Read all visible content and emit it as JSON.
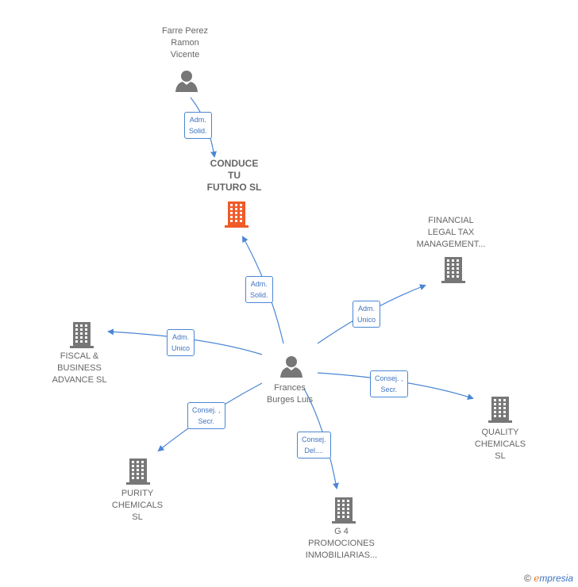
{
  "colors": {
    "edge": "#4a86d4",
    "building": "#777777",
    "building_main": "#f05a28",
    "person": "#777777"
  },
  "nodes": {
    "farre": {
      "label": "Farre Perez\nRamon\nVicente",
      "icon": "person-icon"
    },
    "conduce": {
      "label": "CONDUCE\nTU\nFUTURO  SL",
      "icon": "building-icon-highlight"
    },
    "financial": {
      "label": "FINANCIAL\nLEGAL TAX\nMANAGEMENT...",
      "icon": "building-icon"
    },
    "fiscal": {
      "label": "FISCAL &\nBUSINESS\nADVANCE  SL",
      "icon": "building-icon"
    },
    "frances": {
      "label": "Frances\nBurges Luis",
      "icon": "person-icon"
    },
    "quality": {
      "label": "QUALITY\nCHEMICALS\nSL",
      "icon": "building-icon"
    },
    "purity": {
      "label": "PURITY\nCHEMICALS\nSL",
      "icon": "building-icon"
    },
    "g4": {
      "label": "G 4\nPROMOCIONES\nINMOBILIARIAS...",
      "icon": "building-icon"
    }
  },
  "edges": {
    "farre_conduce": "Adm.\nSolid.",
    "frances_conduce": "Adm.\nSolid.",
    "frances_financial": "Adm.\nUnico",
    "frances_fiscal": "Adm.\nUnico",
    "frances_quality": "Consej. ,\nSecr.",
    "frances_purity": "Consej. ,\nSecr.",
    "frances_g4": "Consej.\nDel...."
  },
  "footer": {
    "copyright": "©",
    "brand_e": "e",
    "brand_rest": "mpresia"
  }
}
